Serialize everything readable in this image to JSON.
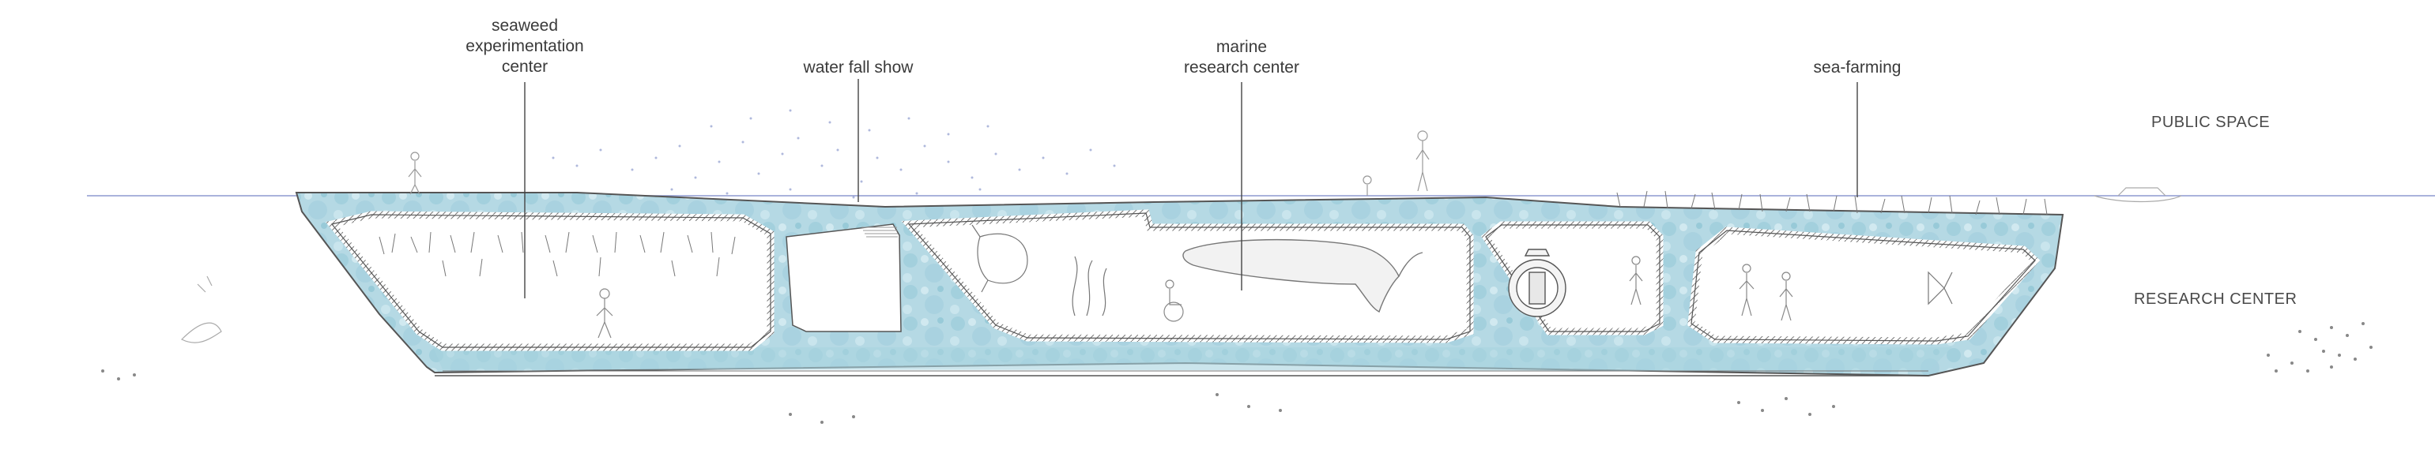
{
  "labels": {
    "seaweed": [
      "seaweed",
      "experimentation",
      "center"
    ],
    "waterfall": "water fall show",
    "marine": [
      "marine",
      "research center"
    ],
    "seafarming": "sea-farming"
  },
  "zones": {
    "public": "PUBLIC SPACE",
    "research": "RESEARCH CENTER"
  },
  "colors": {
    "water": "#8fc3d3",
    "water_light": "#cfe6ee",
    "waterline": "#8e9ad0",
    "outline": "#555555",
    "spray": "#6f7fc0",
    "text": "#3a3a3a"
  }
}
